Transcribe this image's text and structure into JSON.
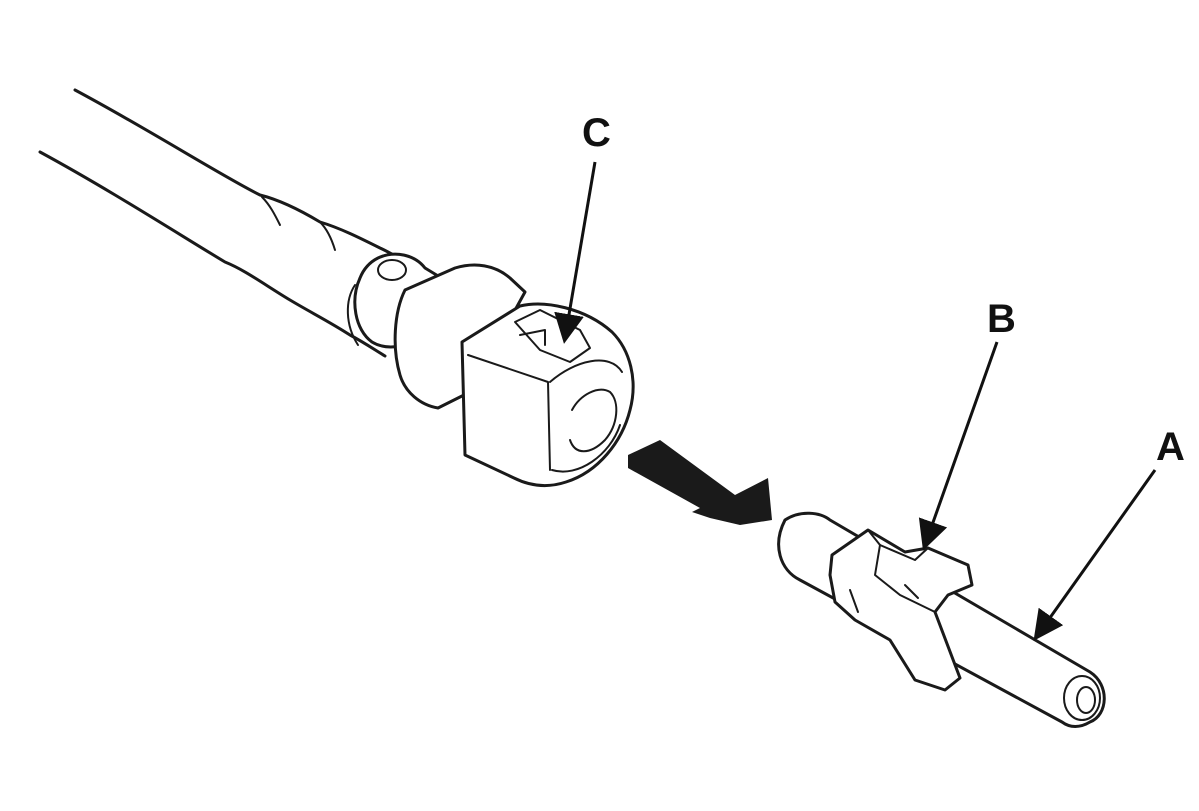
{
  "callouts": {
    "a": {
      "label": "A"
    },
    "b": {
      "label": "B"
    },
    "c": {
      "label": "C"
    }
  },
  "colors": {
    "line": "#1a1a1a",
    "background": "#ffffff"
  }
}
